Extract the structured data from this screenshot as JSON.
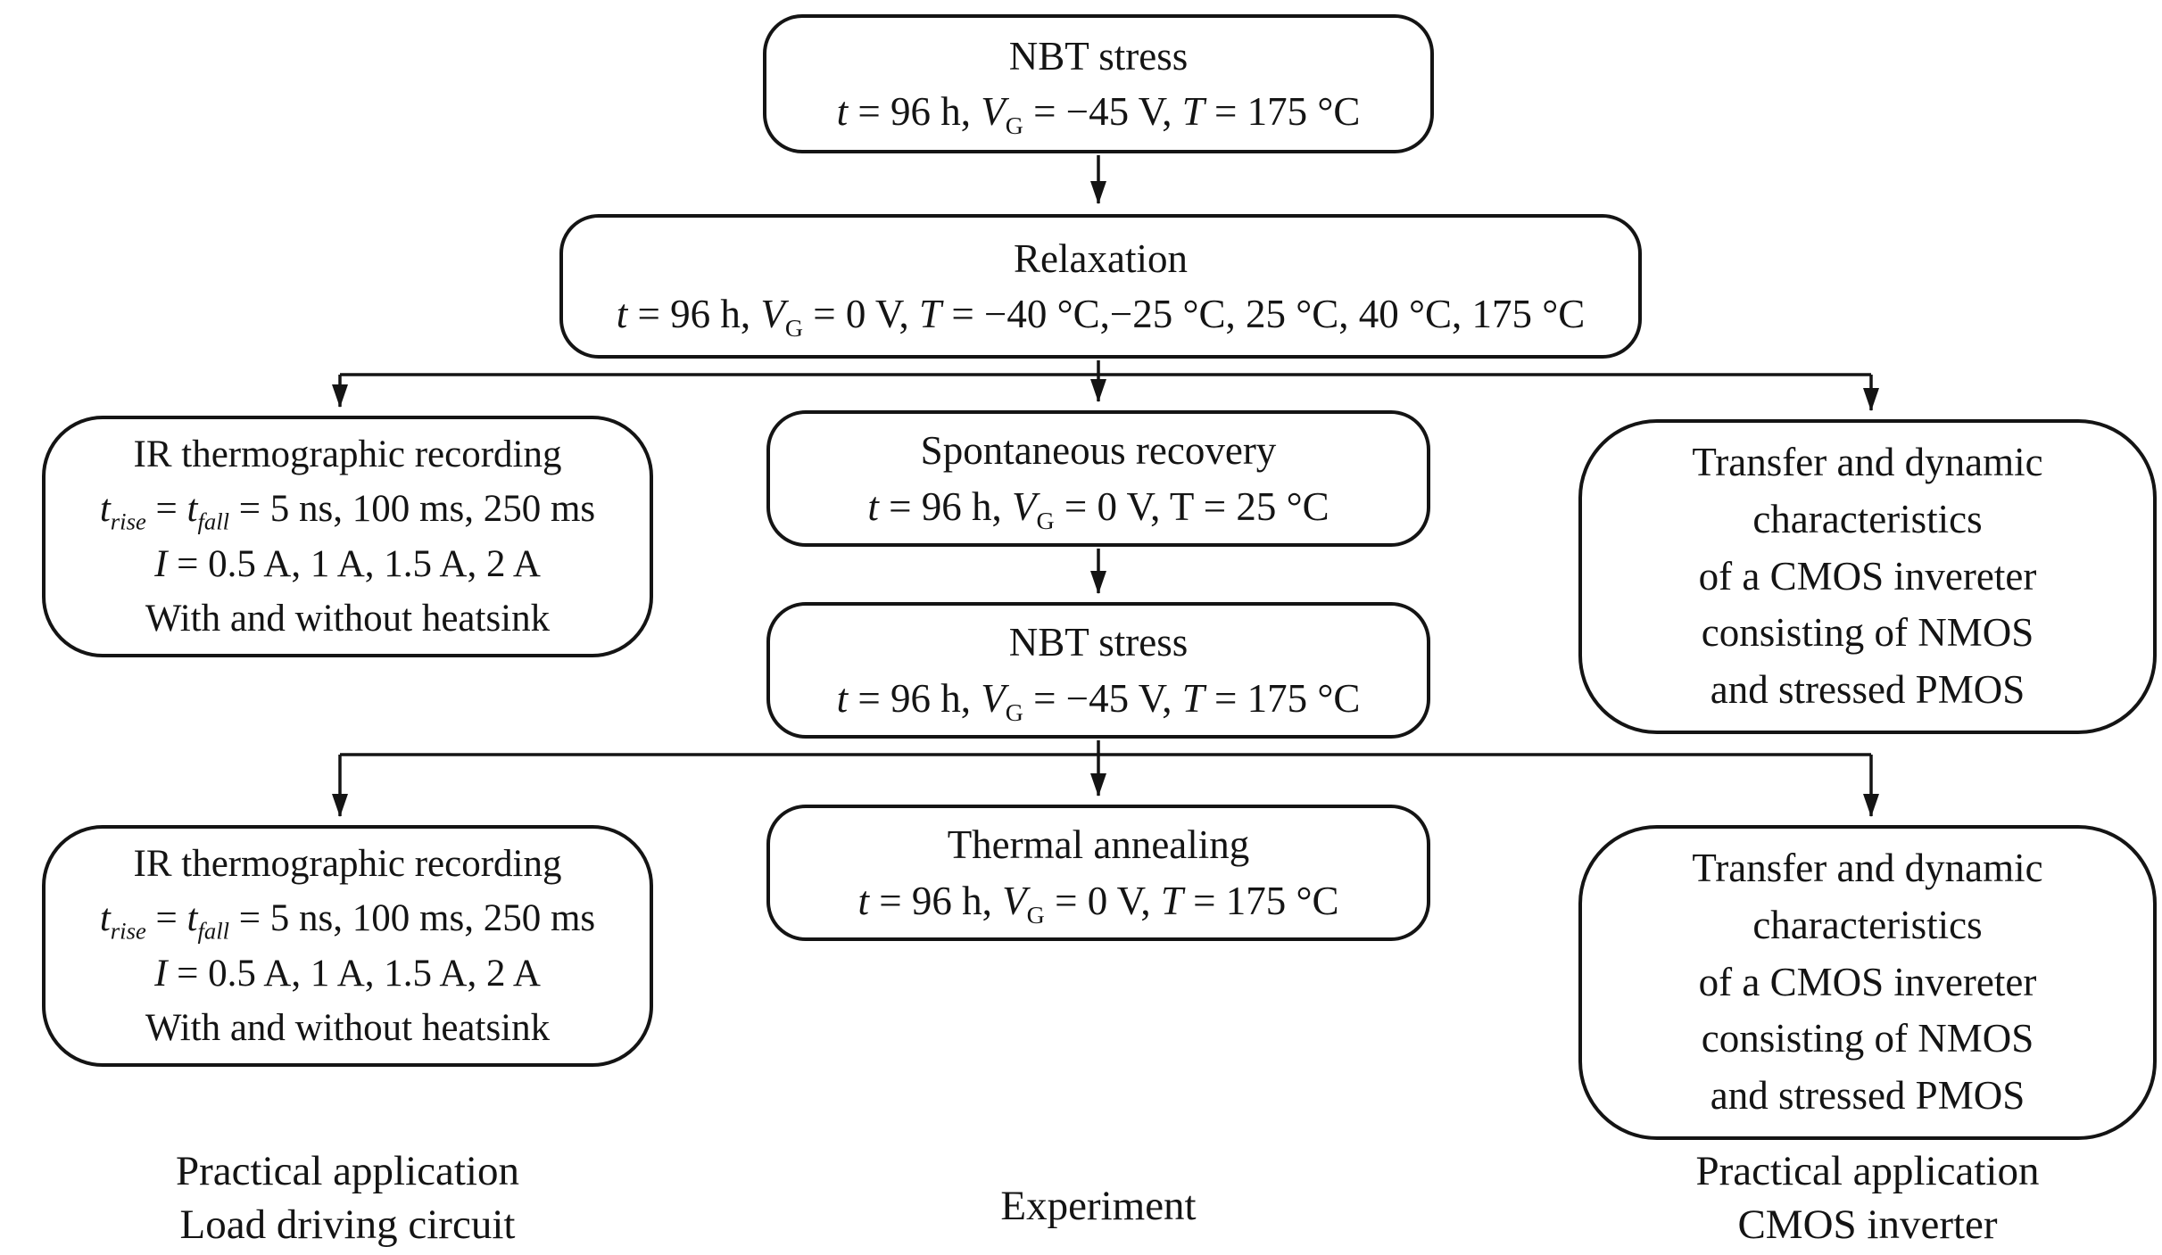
{
  "diagram": {
    "title_semantic": "NBTS experiment flowchart",
    "ink_color": "#141414",
    "background_color": "#ffffff",
    "boxes": {
      "nbt_stress_1": {
        "title": "NBT stress",
        "params": "<i>t</i> = 96 h, <i>V</i><sub>G</sub> = −45 V, <i>T</i> = 175 °C"
      },
      "relaxation": {
        "title": "Relaxation",
        "params": "<i>t</i> = 96 h, <i>V</i><sub>G</sub> = 0 V, <i>T</i> = −40 °C,−25 °C, 25 °C, 40 °C, 175 °C"
      },
      "ir_recording_1": {
        "lines": [
          "IR thermographic recording",
          "<i>t<sub>rise</sub></i> = <i>t<sub>fall</sub></i> = 5 ns, 100 ms, 250 ms",
          "<i>I</i> = 0.5 A, 1 A, 1.5 A, 2 A",
          "With and without heatsink"
        ]
      },
      "spontaneous_recovery": {
        "title": "Spontaneous recovery",
        "params": "<i>t</i> = 96 h, <i>V</i><sub>G</sub> = 0 V, T = 25 °C"
      },
      "transfer_characteristics_1": {
        "lines": [
          "Transfer and dynamic",
          "characteristics",
          "of a CMOS invereter",
          "consisting of NMOS",
          "and stressed PMOS"
        ]
      },
      "nbt_stress_2": {
        "title": "NBT stress",
        "params": "<i>t</i> = 96 h, <i>V</i><sub>G</sub> = −45 V, <i>T</i> = 175 °C"
      },
      "ir_recording_2": {
        "lines": [
          "IR thermographic recording",
          "<i>t<sub>rise</sub></i> = <i>t<sub>fall</sub></i> = 5 ns, 100 ms, 250 ms",
          "<i>I</i> = 0.5 A, 1 A, 1.5 A, 2 A",
          "With and without heatsink"
        ]
      },
      "thermal_annealing": {
        "title": "Thermal annealing",
        "params": "<i>t</i> = 96 h, <i>V</i><sub>G</sub> = 0 V, <i>T</i> = 175 °C"
      },
      "transfer_characteristics_2": {
        "lines": [
          "Transfer and dynamic",
          "characteristics",
          "of a CMOS invereter",
          "consisting of NMOS",
          "and stressed PMOS"
        ]
      }
    },
    "captions": {
      "left": [
        "Practical application",
        "Load driving circuit"
      ],
      "center": [
        "Experiment"
      ],
      "right": [
        "Practical application",
        "CMOS inverter"
      ]
    }
  }
}
